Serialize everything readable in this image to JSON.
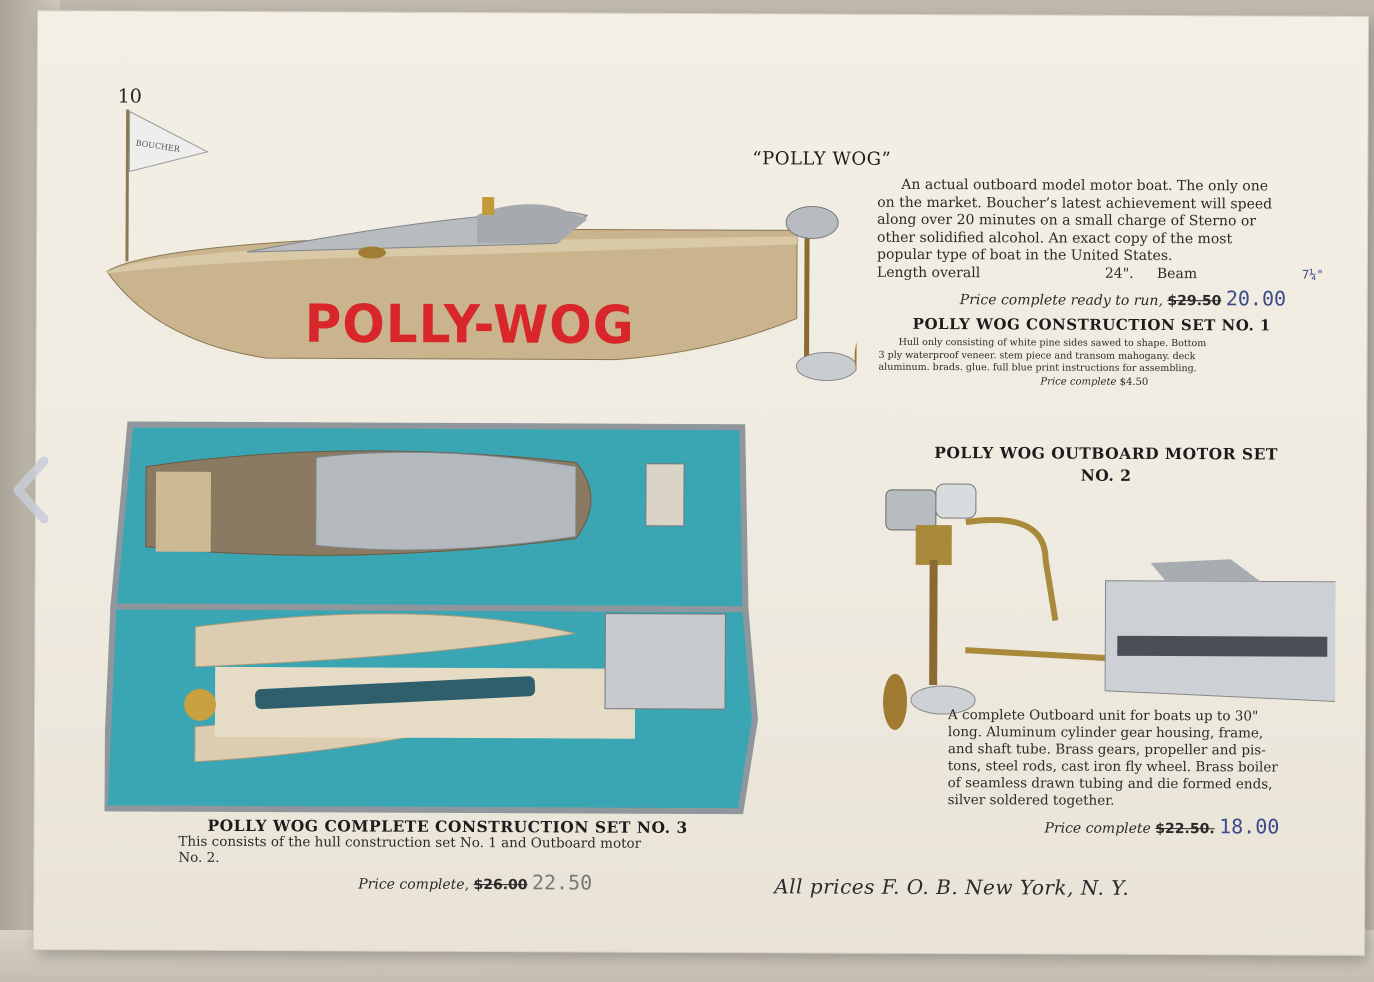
{
  "page_number": "10",
  "boat": {
    "name_on_hull": "POLLY-WOG",
    "flag_text": "BOUCHER"
  },
  "product1": {
    "title": "“POLLY WOG”",
    "description_lines": [
      "An actual outboard model motor boat.  The only one",
      "on the market.  Boucher’s latest achievement will speed",
      "along over 20 minutes on a small charge of Sterno or",
      "other solidified alcohol.  An exact copy of the most",
      "popular type of boat in the United States."
    ],
    "length_label": "Length overall",
    "length_value": "24\".",
    "beam_label": "Beam",
    "beam_value": "7¼\"",
    "price_label": "Price complete ready to run,",
    "price_old": "$29.50",
    "price_new": "20.00"
  },
  "set1": {
    "title": "POLLY WOG CONSTRUCTION SET NO. 1",
    "description_lines": [
      "Hull only consisting of white pine sides sawed to shape.  Bottom",
      "3 ply waterproof veneer.  stem piece and transom mahogany.  deck",
      "aluminum.  brads.  glue.  full blue print instructions for assembling."
    ],
    "price_label": "Price complete",
    "price": "$4.50"
  },
  "set2": {
    "title_line1": "POLLY WOG OUTBOARD MOTOR SET",
    "title_line2": "NO. 2",
    "description_lines": [
      "A complete Outboard unit for boats up to 30\"",
      "long.  Aluminum cylinder gear housing, frame,",
      "and shaft tube.  Brass gears, propeller and pis-",
      "tons, steel rods, cast iron fly wheel.  Brass boiler",
      "of seamless drawn tubing and die formed ends,",
      "silver soldered together."
    ],
    "price_label": "Price complete",
    "price_old": "$22.50.",
    "price_new": "18.00"
  },
  "set3": {
    "title": "POLLY WOG COMPLETE CONSTRUCTION SET NO. 3",
    "description_lines": [
      "This consists of the hull construction set No. 1 and Outboard motor",
      "No. 2."
    ],
    "price_label": "Price complete,",
    "price_old": "$26.00",
    "price_new": "22.50"
  },
  "footer_note": "All prices F. O. B. New York, N. Y.",
  "nav": {
    "prev_icon": "chevron-left-icon"
  },
  "colors": {
    "paper": "#f1ede3",
    "hull_red": "#d8262b",
    "box_blue": "#3aa6b4",
    "handwriting": "#3a4a8a"
  }
}
